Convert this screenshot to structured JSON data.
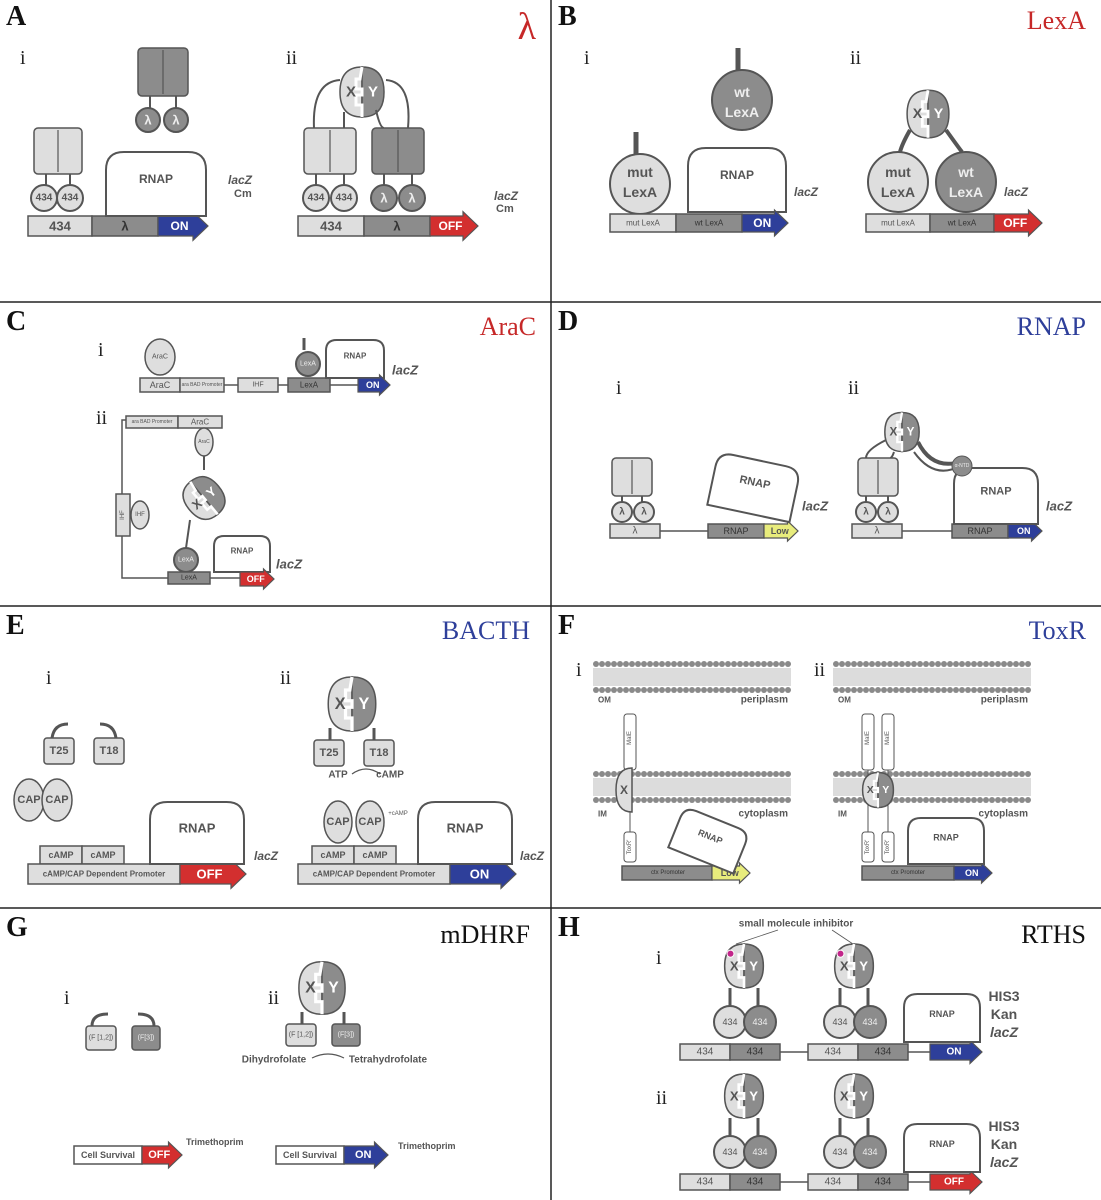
{
  "panels": [
    {
      "label": "A",
      "title": "λ",
      "title_color": "#c62828"
    },
    {
      "label": "B",
      "title": "LexA",
      "title_color": "#c62828"
    },
    {
      "label": "C",
      "title": "AraC",
      "title_color": "#c62828"
    },
    {
      "label": "D",
      "title": "RNAP",
      "title_color": "#2e3f9a"
    },
    {
      "label": "E",
      "title": "BACTH",
      "title_color": "#2e3f9a"
    },
    {
      "label": "F",
      "title": "ToxR",
      "title_color": "#2e3f9a"
    },
    {
      "label": "G",
      "title": "mDHRF",
      "title_color": "#111111"
    },
    {
      "label": "H",
      "title": "RTHS",
      "title_color": "#111111"
    }
  ],
  "roman": {
    "i": "i",
    "ii": "ii"
  },
  "labels": {
    "on": "ON",
    "off": "OFF",
    "low": "Low",
    "rnap": "RNAP",
    "lacz": "lacZ",
    "cm": "Cm",
    "op434": "434",
    "lambda": "λ",
    "x": "X",
    "y": "Y",
    "mut_lexa": "mut LexA",
    "wt_lexa": "wt LexA",
    "mut": "mut",
    "wt": "wt",
    "lexa": "LexA",
    "arac": "AraC",
    "ara_bad": "ara BAD Promoter",
    "ihf": "IHF",
    "t25": "T25",
    "t18": "T18",
    "cap": "CAP",
    "camp": "cAMP",
    "plus_camp": "+cAMP",
    "atp": "ATP",
    "camp_promoter": "cAMP/CAP Dependent Promoter",
    "om": "OM",
    "im": "IM",
    "periplasm": "periplasm",
    "cytoplasm": "cytoplasm",
    "male": "MalE",
    "toxr": "ToxR'",
    "ctx": "ctx Promoter",
    "f12": "(F [1,2])",
    "f3": "(F[3])",
    "dihydrofolate": "Dihydrofolate",
    "tetrahydrofolate": "Tetrahydrofolate",
    "cell_survival": "Cell Survival",
    "trimethoprim": "Trimethoprim",
    "inhibitor": "small molecule inhibitor",
    "his3": "HIS3",
    "kan": "Kan",
    "alpha_ntd": "α-NTD"
  },
  "colors": {
    "light": "#dedede",
    "dark": "#8c8c8c",
    "line": "#555555",
    "on": "#2e3f9a",
    "off": "#d32f2f",
    "low": "#e8ec7c",
    "inhibitor": "#c2278a"
  }
}
